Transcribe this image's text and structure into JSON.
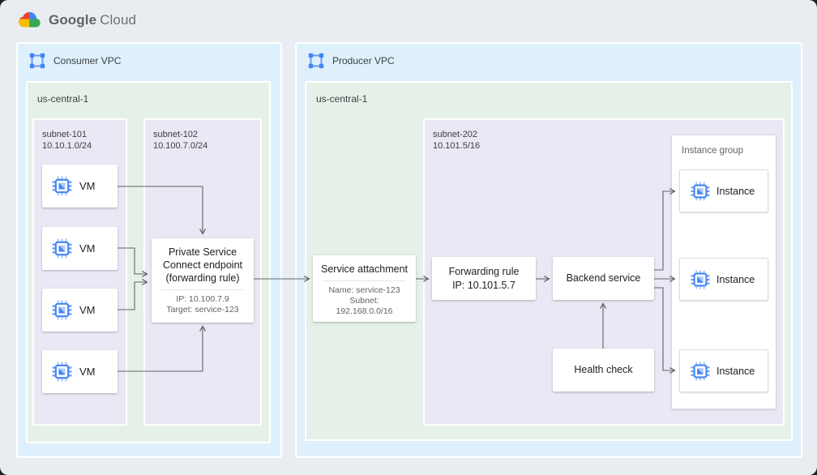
{
  "logo": {
    "google": "Google",
    "cloud": "Cloud"
  },
  "consumer_vpc": {
    "label": "Consumer VPC",
    "region": {
      "label": "us-central-1",
      "subnets": [
        {
          "name": "subnet-101",
          "cidr": "10.10.1.0/24",
          "vms": [
            "VM",
            "VM",
            "VM",
            "VM"
          ]
        },
        {
          "name": "subnet-102",
          "cidr": "10.100.7.0/24",
          "endpoint": {
            "title_lines": [
              "Private Service",
              "Connect endpoint",
              "(forwarding rule)"
            ],
            "detail_lines": [
              "IP: 10.100.7.9",
              "Target: service-123"
            ]
          }
        }
      ]
    }
  },
  "producer_vpc": {
    "label": "Producer VPC",
    "region": {
      "label": "us-central-1",
      "service_attachment": {
        "title": "Service attachment",
        "detail_lines": [
          "Name: service-123",
          "Subnet:",
          "192.168.0.0/16"
        ]
      },
      "subnet": {
        "name": "subnet-202",
        "cidr": "10.101.5/16",
        "forwarding_rule": {
          "line1": "Forwarding rule",
          "line2": "IP: 10.101.5.7"
        },
        "backend_service": "Backend service",
        "health_check": "Health check",
        "instance_group": {
          "label": "Instance group",
          "instances": [
            "Instance",
            "Instance",
            "Instance"
          ]
        }
      }
    }
  },
  "icons": {
    "logo": "google-cloud-icon",
    "vpc": "vpc-network-icon",
    "vm": "compute-engine-chip-icon"
  },
  "colors": {
    "canvas_bg": "#e9edf1",
    "vpc_fill": "#def0fb",
    "region_fill": "#e5f1e8",
    "subnet_fill": "#ebe7f4",
    "accent_blue": "#4285f4",
    "logo_red": "#ea4335",
    "logo_yellow": "#fbbc04",
    "logo_green": "#34a853",
    "arrow": "#5f6368"
  }
}
